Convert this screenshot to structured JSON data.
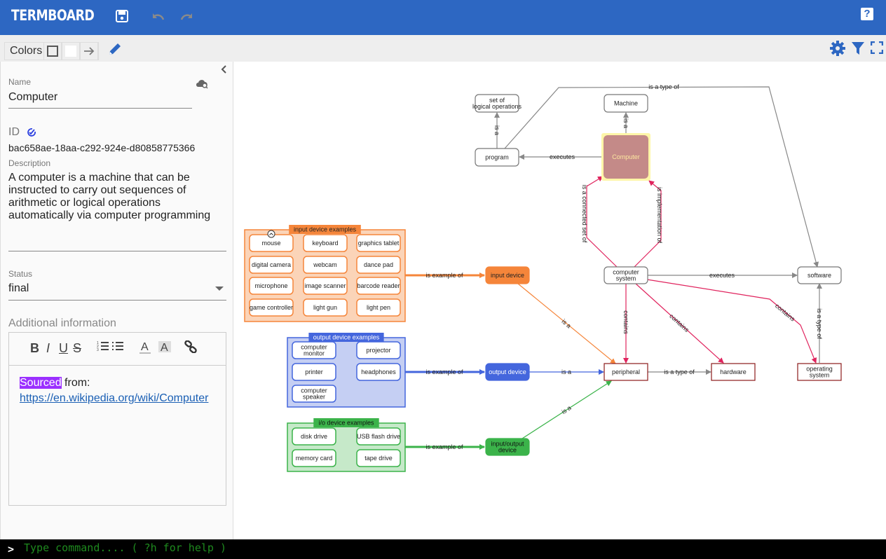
{
  "app": {
    "title": "TERMBOARD",
    "help_label": "?"
  },
  "toolbar": {
    "colors_label": "Colors"
  },
  "sidebar": {
    "name_label": "Name",
    "name_value": "Computer",
    "id_label": "ID",
    "id_value": "bac658ae-18aa-c292-924e-d80858775366",
    "description_label": "Description",
    "description_value": "A computer is a machine that can be instructed to carry out sequences of arithmetic or logical operations automatically via computer programming",
    "status_label": "Status",
    "status_value": "final",
    "additional_info_label": "Additional information",
    "editor": {
      "highlighted": "Sourced",
      "text_after": " from:",
      "link": "https://en.wikipedia.org/wiki/Computer"
    }
  },
  "command_bar": {
    "prompt": ">",
    "placeholder": "Type command.... ( ?h for help )"
  },
  "colors": {
    "brand": "#2d67c2",
    "input_group": "#f5853a",
    "output_group": "#4466dd",
    "io_group": "#3bb34a",
    "selected_node": "#c48a88",
    "contains_edge": "#e0245e",
    "hardware_border": "#8b1a1a"
  },
  "diagram": {
    "groups": [
      {
        "id": "input",
        "title": "input device examples",
        "items": [
          "mouse",
          "keyboard",
          "graphics tablet",
          "digital camera",
          "webcam",
          "dance pad",
          "microphone",
          "image scanner",
          "barcode reader",
          "game controller",
          "light gun",
          "light pen"
        ]
      },
      {
        "id": "output",
        "title": "output device examples",
        "items": [
          "computer monitor",
          "projector",
          "printer",
          "headphones",
          "computer speaker"
        ]
      },
      {
        "id": "io",
        "title": "i/o device examples",
        "items": [
          "disk drive",
          "USB flash drive",
          "memory card",
          "tape drive"
        ]
      }
    ],
    "nodes": {
      "set_logical": "set of logical operations",
      "machine": "Machine",
      "program": "program",
      "computer": "Computer",
      "computer_system": "computer system",
      "software": "software",
      "input_device": "input device",
      "output_device": "output device",
      "io_device": "input/output device",
      "peripheral": "peripheral",
      "hardware": "hardware",
      "os": "operating system"
    },
    "edge_labels": {
      "is_a": "is a",
      "is_a_type_of": "is a type of",
      "executes": "executes",
      "is_example_of": "is example of",
      "contains": "contains",
      "is_connected_set_of": "is a connected set of",
      "is_implementation_of": "is implementation of"
    }
  }
}
